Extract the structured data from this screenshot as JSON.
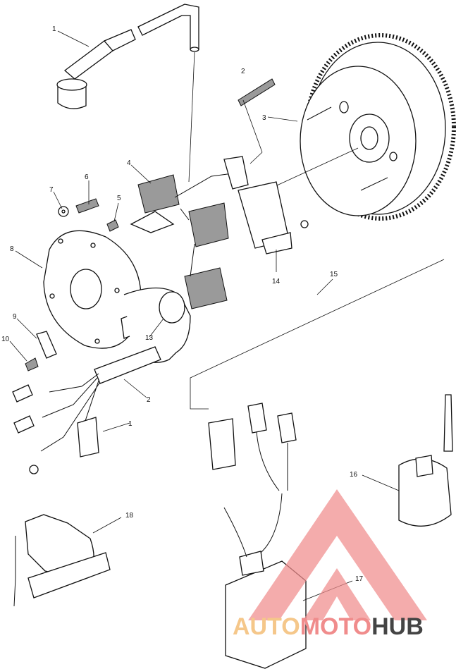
{
  "callouts": [
    {
      "id": "c1",
      "label": "1"
    },
    {
      "id": "c1b",
      "label": "1"
    },
    {
      "id": "c2",
      "label": "2"
    },
    {
      "id": "c2b",
      "label": "2"
    },
    {
      "id": "c3",
      "label": "3"
    },
    {
      "id": "c4",
      "label": "4"
    },
    {
      "id": "c5",
      "label": "5"
    },
    {
      "id": "c6",
      "label": "6"
    },
    {
      "id": "c7",
      "label": "7"
    },
    {
      "id": "c8",
      "label": "8"
    },
    {
      "id": "c9",
      "label": "9"
    },
    {
      "id": "c10",
      "label": "10"
    },
    {
      "id": "c13",
      "label": "13"
    },
    {
      "id": "c14",
      "label": "14"
    },
    {
      "id": "c15",
      "label": "15"
    },
    {
      "id": "c16",
      "label": "16"
    },
    {
      "id": "c17",
      "label": "17"
    },
    {
      "id": "c18",
      "label": "18"
    }
  ],
  "watermark": {
    "text_part1": "AUTO",
    "text_part2": "MOTO",
    "text_part3": "HUB",
    "color_auto": "#f5c78a",
    "color_moto": "#f08c8c",
    "color_hub": "#444444"
  },
  "icons": {
    "logo": "triangle-m-logo"
  }
}
